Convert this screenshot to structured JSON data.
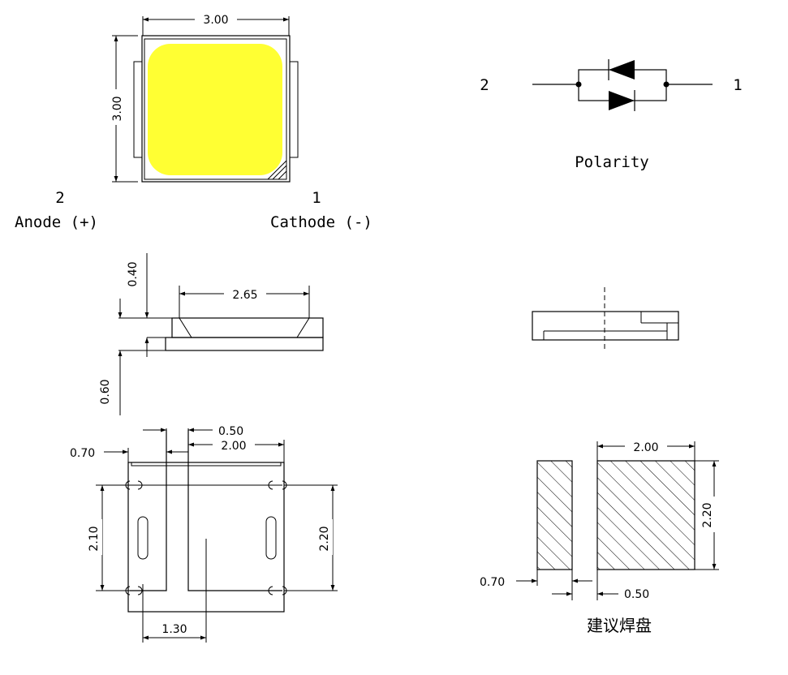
{
  "top_view": {
    "width_dim": "3.00",
    "height_dim": "3.00",
    "pin2_number": "2",
    "pin1_number": "1",
    "anode_label": "Anode (+)",
    "cathode_label": "Cathode (-)",
    "led_color": "#ffff33"
  },
  "polarity": {
    "left_pin": "2",
    "right_pin": "1",
    "title": "Polarity"
  },
  "side_view": {
    "top_width_dim": "2.65",
    "upper_height_dim": "0.40",
    "lower_height_dim": "0.60"
  },
  "bottom_view": {
    "gap_dim": "0.50",
    "pad_width_dim": "2.00",
    "small_pad_dim": "0.70",
    "pad_height_dim": "2.10",
    "overall_height_dim": "2.20",
    "offset_dim": "1.30"
  },
  "footprint": {
    "pad_width_dim": "2.00",
    "pad_height_dim": "2.20",
    "small_pad_dim": "0.70",
    "gap_dim": "0.50",
    "title": "建议焊盘"
  }
}
